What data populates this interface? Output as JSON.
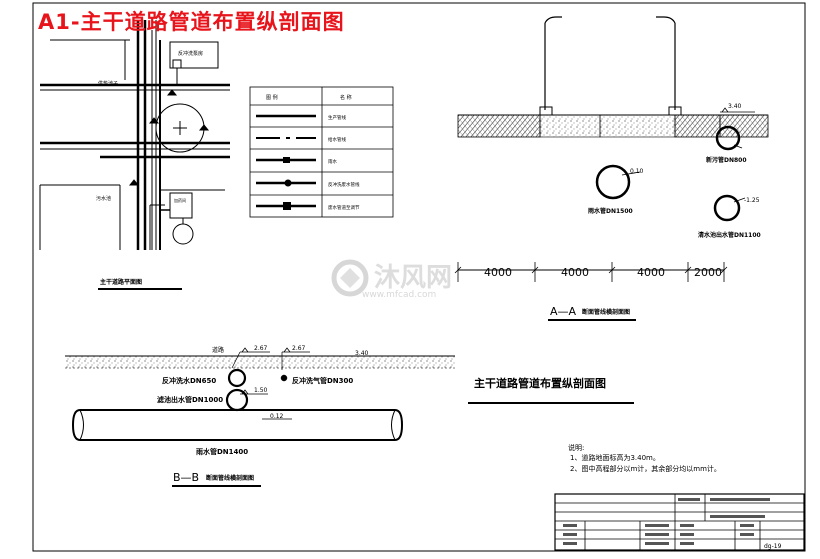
{
  "header": {
    "title": "A1-主干道路管道布置纵剖面图"
  },
  "plan": {
    "labels": {
      "building_top": "反冲洗泵房",
      "pool_upper": "供热池子",
      "pool_lower": "污水池",
      "small_box": "加药间"
    },
    "caption": "主干道路平面图"
  },
  "legend": {
    "header": [
      "图 例",
      "名 称"
    ],
    "rows": [
      "生产管线",
      "给水管线",
      "雨水",
      "反冲洗废水管线",
      "废水管道至调节"
    ]
  },
  "section_aa": {
    "dims": {
      "d1": "3.40",
      "d2": "0.10",
      "d3": "-1.25"
    },
    "pipes": {
      "rain": "雨水管DN1500",
      "waste": "新污管DN800",
      "clear": "清水池出水管DN1100"
    },
    "spans": [
      "4000",
      "4000",
      "4000",
      "2000"
    ],
    "caption_prefix": "A—A",
    "caption": "断面管线横剖面图"
  },
  "section_bb": {
    "road": "道路",
    "dims": {
      "e1": "2.67",
      "e2": "2.67",
      "e3": "3.40",
      "e4": "1.50",
      "e5": "0.12"
    },
    "pipes": {
      "backwash": "反冲洗水DN650",
      "drain": "反冲洗气管DN300",
      "outlet": "滤池出水管DN1000",
      "rain": "雨水管DN1400"
    },
    "caption_prefix": "B—B",
    "caption": "断面管线横剖面图"
  },
  "drawing_title": "主干道路管道布置纵剖面图",
  "notes": {
    "heading": "说明:",
    "items": [
      "1、道路地面标高为3.40m。",
      "2、图中高程部分以m计，其余部分均以mm计。"
    ]
  },
  "watermark": {
    "cn": "沐风网",
    "url": "www.mfcad.com"
  },
  "title_block": {
    "sheet_no": "dg-19"
  },
  "colors": {
    "title_red": "#e8141b",
    "ink": "#000000",
    "watermark_gray": "#c8c8c8",
    "hatch": "#555555"
  }
}
